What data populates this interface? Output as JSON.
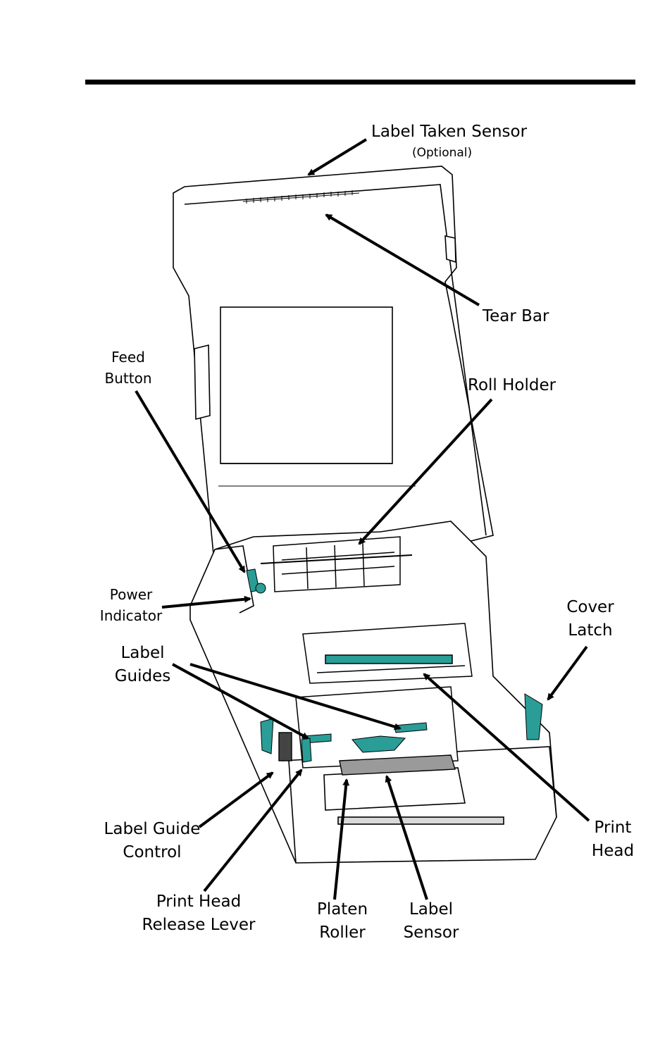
{
  "callouts": {
    "label_taken_sensor": "Label Taken Sensor",
    "optional": "(Optional)",
    "tear_bar": "Tear Bar",
    "feed_button": [
      "Feed",
      "Button"
    ],
    "roll_holder": "Roll Holder",
    "power_indicator": [
      "Power",
      "Indicator"
    ],
    "cover_latch": [
      "Cover",
      "Latch"
    ],
    "label_guides": [
      "Label",
      "Guides"
    ],
    "label_guide_control": [
      "Label Guide",
      "Control"
    ],
    "print_head_release_lever": [
      "Print Head",
      "Release Lever"
    ],
    "platen_roller": [
      "Platen",
      "Roller"
    ],
    "label_sensor": [
      "Label",
      "Sensor"
    ],
    "print_head": [
      "Print",
      "Head"
    ]
  },
  "colors": {
    "ink": "#000000",
    "accent_teal": "#2a9d97",
    "body_fill": "#ffffff",
    "shade": "#d9d9d9"
  }
}
